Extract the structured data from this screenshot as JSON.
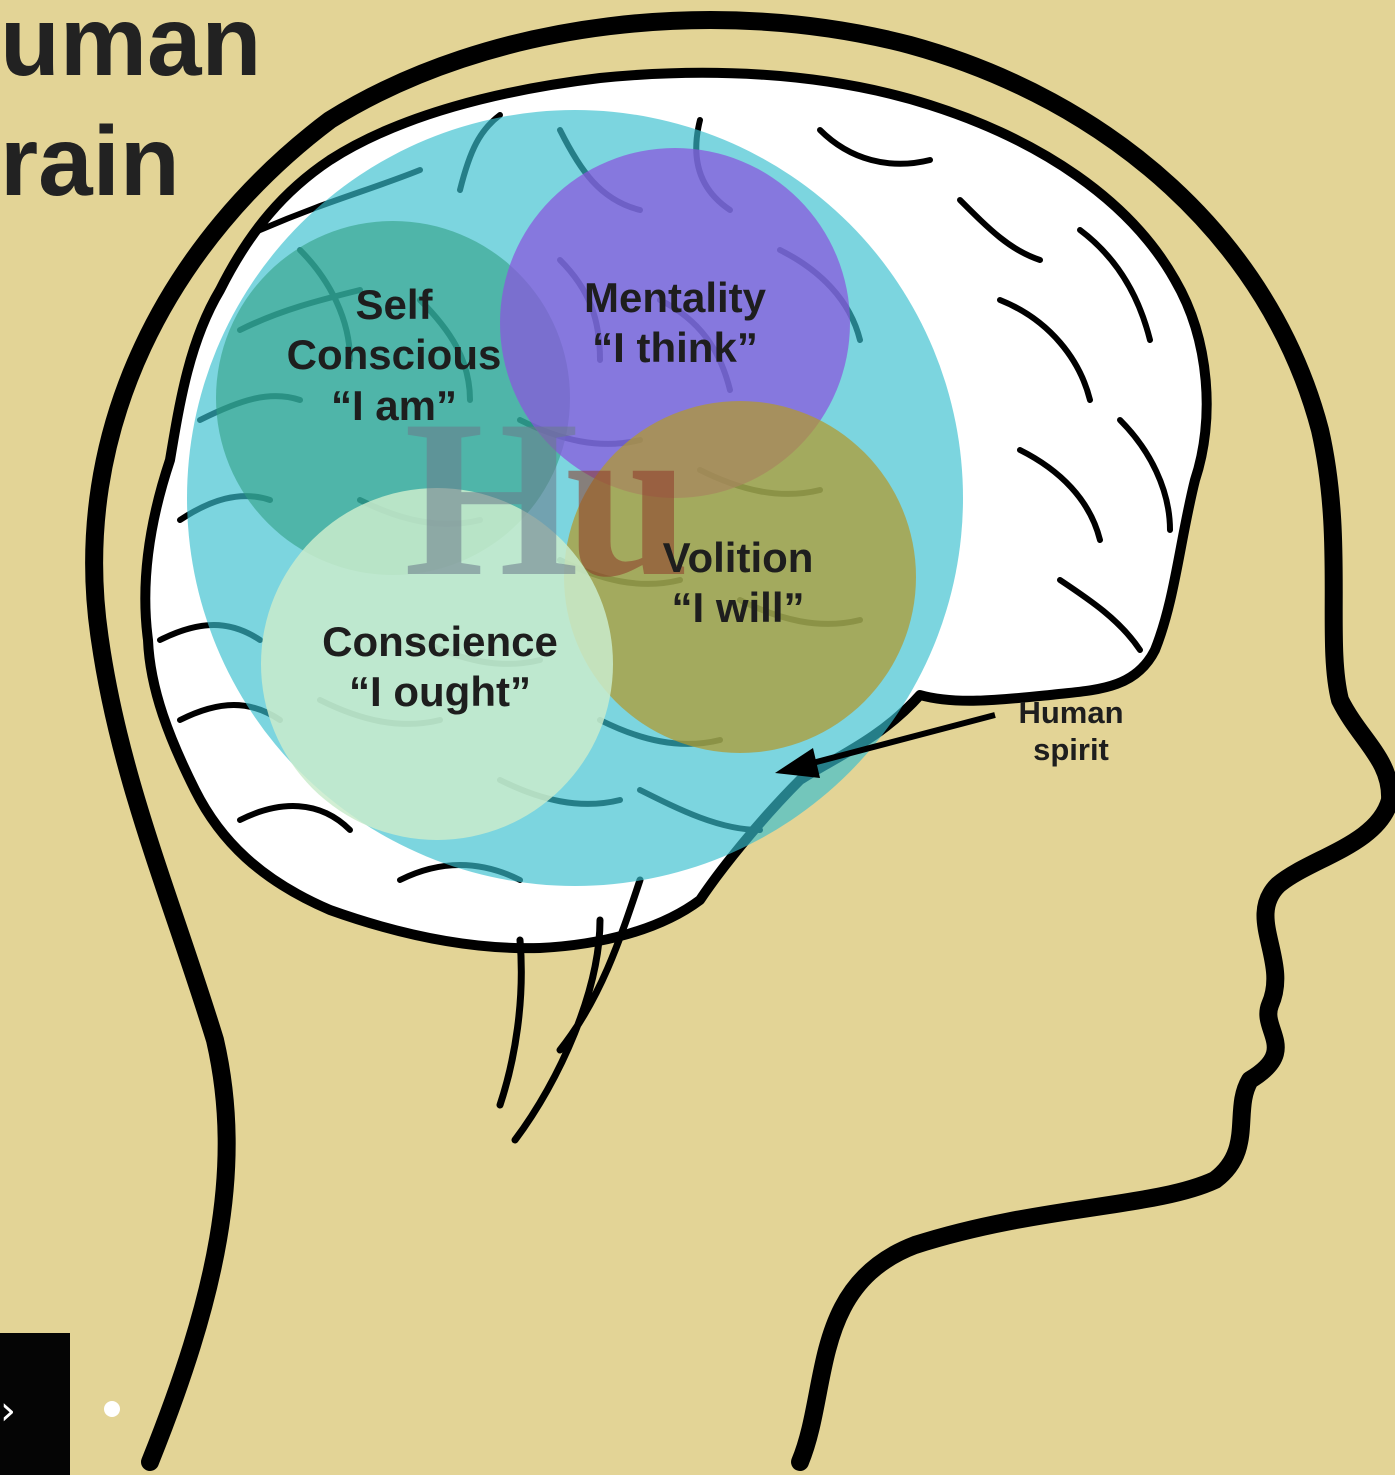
{
  "title": {
    "line1": "uman",
    "line2": "rain"
  },
  "monogram": {
    "H": "H",
    "u": "u",
    "colors": {
      "H": "#6b7a8b",
      "u": "#8f3a2a"
    }
  },
  "labels": {
    "self_conscious": {
      "line1": "Self",
      "line2": "Conscious",
      "line3": "“I am”"
    },
    "mentality": {
      "line1": "Mentality",
      "line2": "“I think”"
    },
    "volition": {
      "line1": "Volition",
      "line2": "“I will”"
    },
    "conscience": {
      "line1": "Conscience",
      "line2": "“I ought”"
    },
    "human_spirit": {
      "line1": "Human",
      "line2": "spirit"
    }
  },
  "colors": {
    "background": "#e3d496",
    "human_spirit_circle": "#38bfcf",
    "self_conscious_circle": "#2f9f82",
    "mentality_circle": "#8a55de",
    "volition_circle": "#b39a2c",
    "conscience_circle": "#c9ebcc",
    "outline": "#000000"
  }
}
